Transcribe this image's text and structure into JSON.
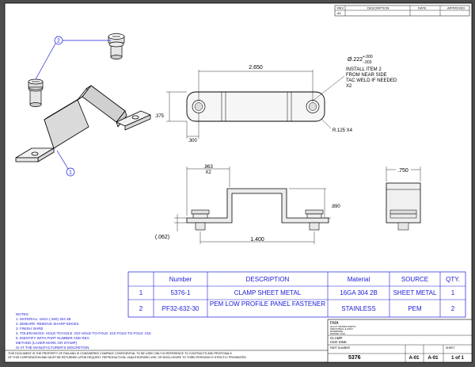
{
  "revision_block": {
    "header": [
      "REV",
      "DESCRIPTION",
      "DATE",
      "APPROVED"
    ],
    "row": [
      "A1",
      "",
      "",
      ""
    ]
  },
  "iso_view": {
    "balloon_1": "1",
    "balloon_2": "2"
  },
  "top_view": {
    "length": "2.650",
    "hole_dia": "Ø.222",
    "hole_tol_upper": "+.000",
    "hole_tol_lower": "-.003",
    "note_lines": [
      "INSTALL ITEM 2",
      "FROM NEAR SIDE",
      "TAC WELD IF NEEDED",
      "X2"
    ],
    "width": ".375",
    "edge": ".300",
    "radius": "R.125 X4"
  },
  "front_view": {
    "flange": ".863",
    "flange_qty": "X2",
    "height": ".890",
    "hole_spacing": "1.400",
    "thickness": "(.062)"
  },
  "side_view": {
    "width": ".750"
  },
  "bom": {
    "headers": [
      "",
      "Number",
      "DESCRIPTION",
      "Material",
      "SOURCE",
      "QTY."
    ],
    "rows": [
      {
        "item": "1",
        "number": "5376-1",
        "description": "CLAMP SHEET METAL",
        "material": "16GA 304 2B",
        "source": "SHEET METAL",
        "qty": "1"
      },
      {
        "item": "2",
        "number": "PF32-632-30",
        "description": "PEM LOW PROFILE PANEL FASTENER",
        "material": "STAINLESS",
        "source": "PEM",
        "qty": "2"
      }
    ]
  },
  "notes": [
    "NOTES:",
    "1. MATERIAL: 16GA (.060) 304 2B",
    "2. DEBURR: REMOVE SHARP EDGES",
    "3. FINISH: BARE",
    "4. TOLERANCES: HOLE-TO-HOLE .010 HOLE-TO-FOLD .010 FOLD-TO-FOLD .015",
    "5. IDENTIFY WITH PART NUMBER AND REV.",
    "    METHOD (LASER MARK OR STAMP)",
    "    IS AT THE MANUFACTURER'S DISCRETION."
  ],
  "proprietary": [
    "THIS DOCUMENT IS THE PROPERTY OF FMA AND IS CONSIDERED COMPANY CONFIDENTIAL TO BE USED ONLY IN REFERENCE TO CONTRACTS AND PROPOSALS",
    "OF THIS CORPORATION AND MUST BE RETURNED UPON REQUEST. REPRODUCTION, UNAUTHORIZED USE, OR DISCLOSURE TO THIRD PERSONS IS STRICTLY PROHIBITED."
  ],
  "title_block": {
    "company": "FMA",
    "address_lines": [
      "ALLOY WORKS PARTS",
      "INDUSTRIAL & ASSY",
      "RIVERSIDE",
      "PHONE / FAX"
    ],
    "title": "CLAMP",
    "title2": "H2O SINK",
    "dwg_label": "PART NUMBER",
    "part_number": "5376",
    "rev_a": "A-01",
    "rev_b": "A-01",
    "sheet": "1 of 1",
    "sheet_label": "SHEET"
  }
}
